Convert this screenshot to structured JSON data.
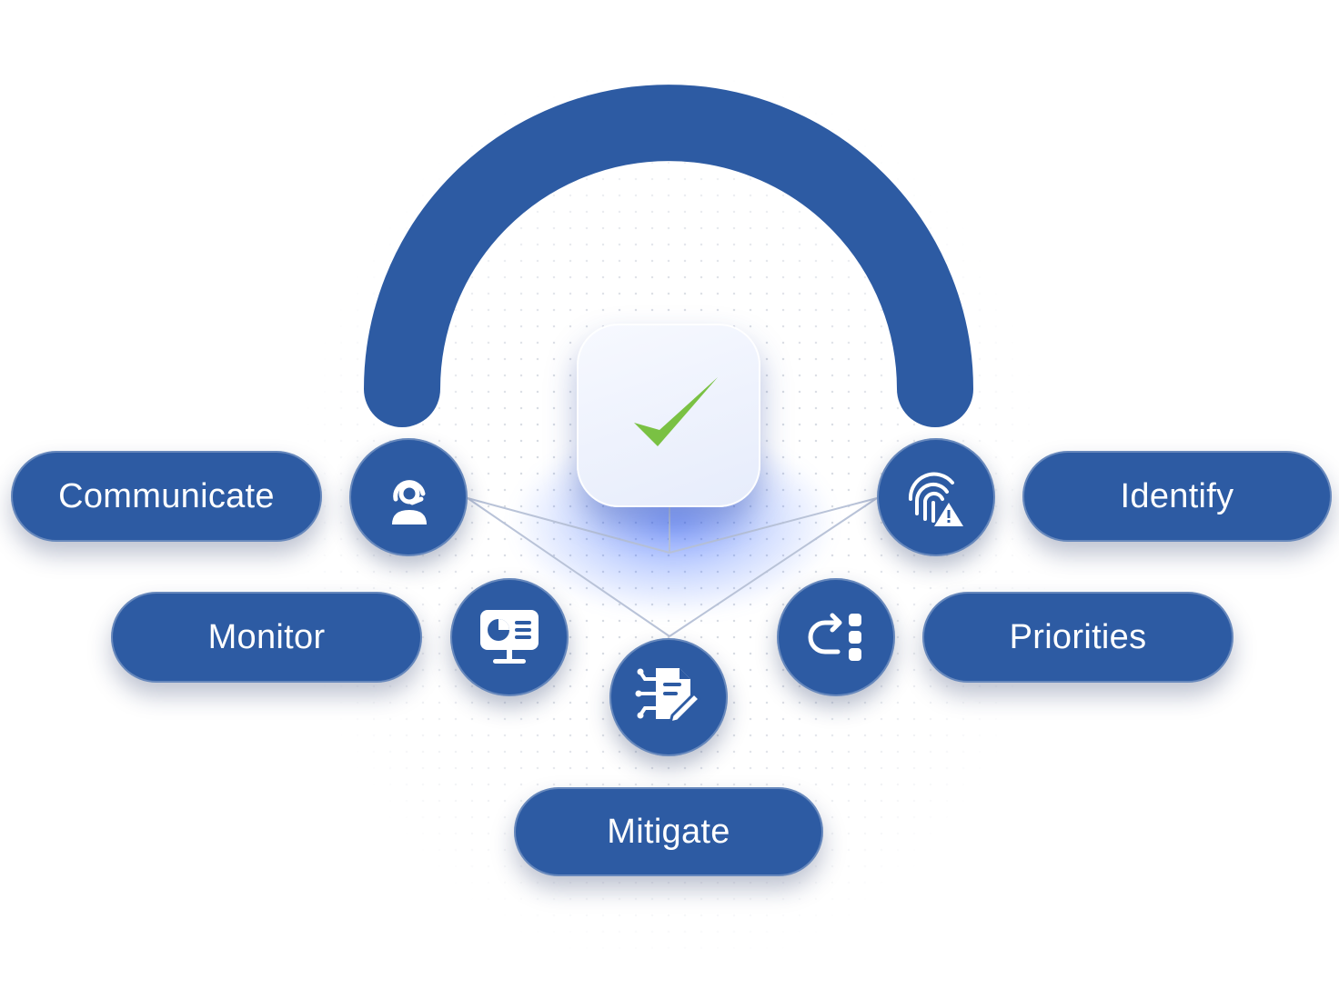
{
  "diagram": {
    "center": {
      "icon": "check-icon",
      "check_color": "#7ac143"
    },
    "arc_color": "#2d5ba3",
    "steps": [
      {
        "label": "Communicate",
        "icon": "headset-agent-icon"
      },
      {
        "label": "Identify",
        "icon": "fingerprint-warning-icon"
      },
      {
        "label": "Monitor",
        "icon": "monitor-report-icon"
      },
      {
        "label": "Priorities",
        "icon": "cycle-list-icon"
      },
      {
        "label": "Mitigate",
        "icon": "document-edit-circuit-icon"
      }
    ]
  }
}
